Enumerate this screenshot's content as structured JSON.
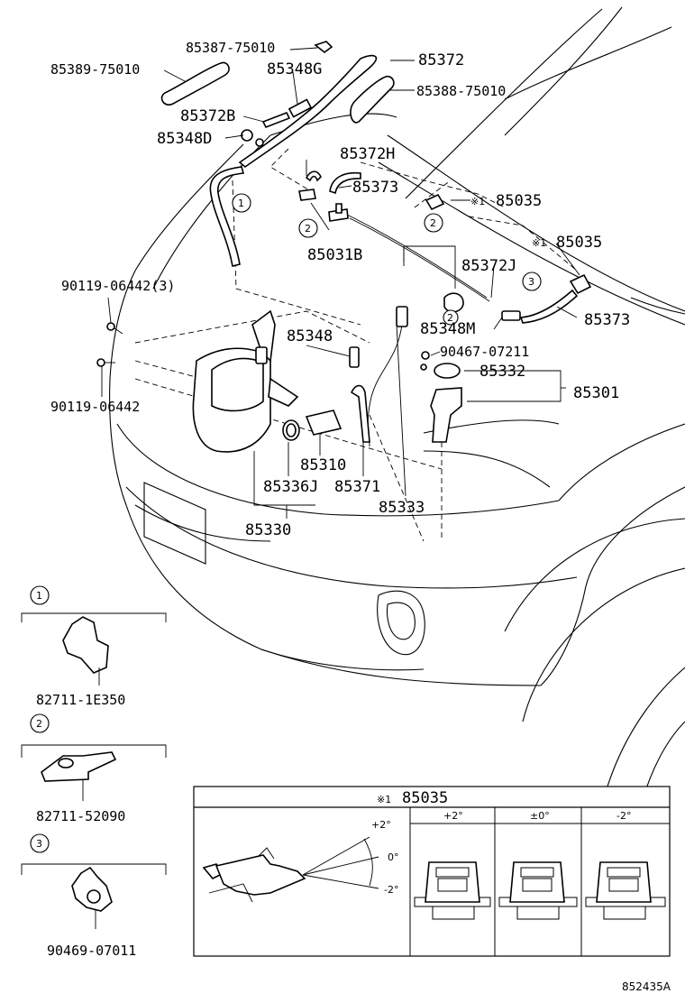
{
  "part_labels": {
    "p85387_75010": "85387-75010",
    "p85389_75010": "85389-75010",
    "p85348G": "85348G",
    "p85372": "85372",
    "p85388_75010": "85388-75010",
    "p85372B": "85372B",
    "p85348D": "85348D",
    "p85372H": "85372H",
    "p85373_top": "85373",
    "p85035_top": "85035",
    "p85031B": "85031B",
    "p85035_mid": "85035",
    "p85372J": "85372J",
    "p90119_06442_3": "90119-06442(3)",
    "p85348M": "85348M",
    "p85373_right": "85373",
    "p85348": "85348",
    "p90467_07211": "90467-07211",
    "p85332": "85332",
    "p85301": "85301",
    "p90119_06442": "90119-06442",
    "p85310": "85310",
    "p85336J": "85336J",
    "p85371": "85371",
    "p85333": "85333",
    "p85330": "85330"
  },
  "note_mark": "※1",
  "callouts": [
    "1",
    "2",
    "3"
  ],
  "clip_details": [
    {
      "key": "1",
      "part": "82711-1E350"
    },
    {
      "key": "2",
      "part": "82711-52090"
    },
    {
      "key": "3",
      "part": "90469-07011"
    }
  ],
  "inset": {
    "title_mark": "※1",
    "title_part": "85035",
    "angle_labels": [
      "+2°",
      "0°",
      "-2°"
    ],
    "columns": [
      "+2°",
      "±0°",
      "-2°"
    ]
  },
  "diagram_id": "852435A"
}
